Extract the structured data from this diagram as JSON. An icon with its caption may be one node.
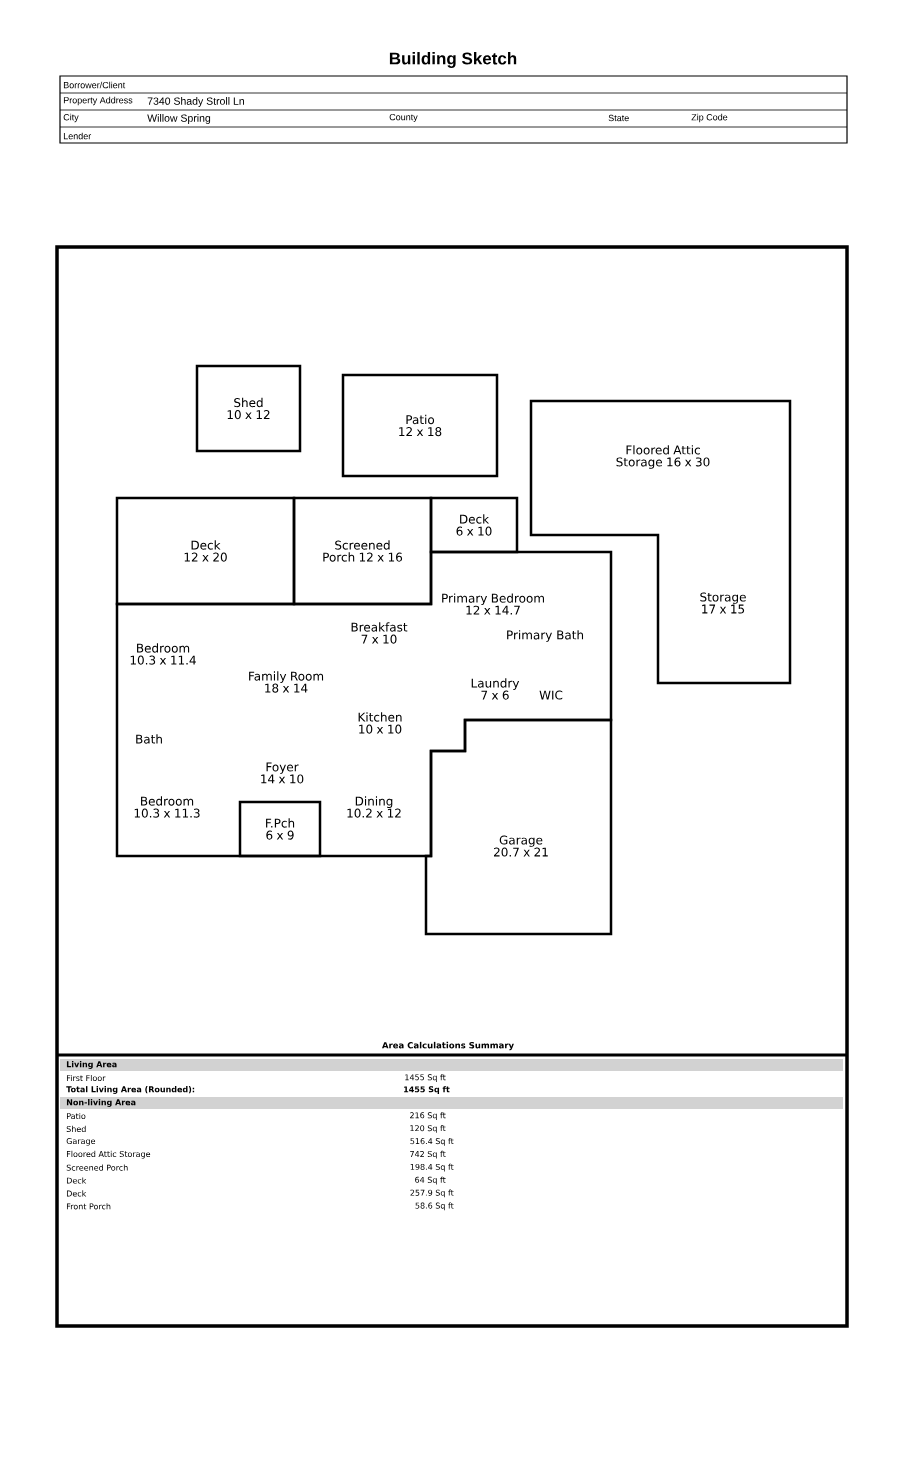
{
  "diagram": {
    "title": "Building Sketch",
    "nodes": [
      {
        "text": [
          "Shed 10 x 12"
        ]
      },
      {
        "text": [
          "Patio 12 x 18"
        ]
      },
      {
        "text": [
          "Floored Attic Storage 16 x 30",
          "Storage 17 x 15"
        ]
      },
      {
        "text": [
          "Deck 12 x 20"
        ]
      },
      {
        "text": [
          "Screened Porch 12 x 16"
        ]
      },
      {
        "text": [
          "Deck 6 x 10"
        ]
      },
      {
        "text": [
          "Primary Bedroom 12 x 14.7",
          "Breakfast 7 x 10",
          "Primary Bath",
          "Bedroom 10.3 x 11.4",
          "Family Room 18 x 14",
          "Laundry 7 x 6",
          "WIC",
          "Kitchen 10 x 10",
          "Bath",
          "Foyer 14 x 10",
          "Bedroom 10.3 x 11.3",
          "Dining 10.2 x 12"
        ]
      },
      {
        "text": [
          "F.Pch 6 x 9"
        ],
        "in": 6
      },
      {
        "text": [
          "Garage 20.7 x 21"
        ]
      }
    ],
    "labels": [
      "Borrower/Client",
      "Property Address",
      "7340 Shady Stroll Ln",
      "City",
      "Willow Spring",
      "County",
      "State",
      "Zip Code",
      "Lender",
      "Area Calculations Summary",
      "Living Area",
      "First Floor",
      "1455 Sq ft",
      "Total Living Area (Rounded):",
      "1455 Sq ft",
      "Non-living Area",
      "Patio",
      "216 Sq ft",
      "Shed",
      "120 Sq ft",
      "Garage",
      "516.4 Sq ft",
      "Floored Attic Storage",
      "742 Sq ft",
      "Screened Porch",
      "198.4 Sq ft",
      "Deck",
      "64 Sq ft",
      "Deck",
      "257.9 Sq ft",
      "Front Porch",
      "58.6 Sq ft"
    ]
  }
}
